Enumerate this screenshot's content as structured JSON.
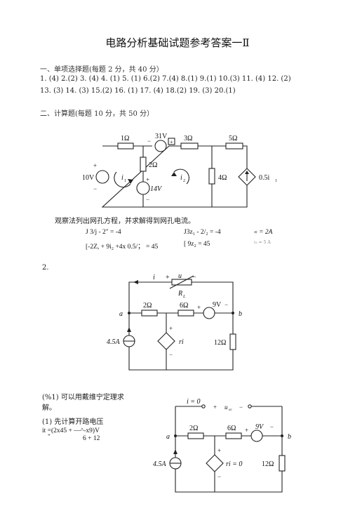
{
  "title": "电路分析基础试题参考答案一Ⅱ",
  "section1": {
    "heading": "一、单项选择题(每题 2 分，共 40 分）",
    "line1": "1. (4) 2.(2) 3. (4) 4. (1) 5. (1) 6.(2) 7.(4) 8.(1) 9.(1) 10.(3) 11. (4) 12. (2)",
    "line2": "13. (3) 14. (3) 15.(2) 16. (1) 17. (4) 18.(2) 19. (3) 20.(1)"
  },
  "section2": {
    "heading": "二、计算题(每题 10 分，共 50 分）"
  },
  "circuit1": {
    "r1": "1Ω",
    "vs1": "31V",
    "r2": "3Ω",
    "r3": "5Ω",
    "r4": "2Ω",
    "r5": "4Ω",
    "src_left": "10V",
    "src_mid": "14V",
    "dep": "0.5i",
    "dep_sub": "1",
    "mesh1": "i",
    "mesh1_sub": "1",
    "mesh2": "i",
    "mesh2_sub": "2",
    "plus": "+",
    "minus": "−"
  },
  "p1": {
    "intro": "观察法列出网孔方程，并求解得到网孔电流。",
    "eq1": "J 3/j - 2\" = -4",
    "eq2": "J3z₁ - 2/₂ = -4",
    "eq3": "[-2Z, + 9i₂ +4x 0.5/；  = 45",
    "eq4": "[ 9z₂ = 45",
    "result": "« = 2A",
    "result_note": "ι₂ = 5 A"
  },
  "q2": {
    "label": "2."
  },
  "circuit2": {
    "i": "i",
    "u": "u",
    "rl": "R",
    "rl_sub": "L",
    "a": "a",
    "b": "b",
    "r2": "2Ω",
    "r6": "6Ω",
    "v9": "9V",
    "src": "4.5A",
    "ri": "ri",
    "r12": "12Ω",
    "plus": "+",
    "minus": "−"
  },
  "p2": {
    "text1": "(%1)    可以用戴维宁定理求",
    "text2": "解。",
    "step": "(1)  先计算开路电压",
    "formula": "it =(2x45 + —^-x9)V",
    "formula_tick": "\"",
    "formula_den": "6 + 12"
  },
  "circuit3": {
    "i0": "i = 0",
    "uoc": "u",
    "uoc_sub": "oc",
    "a": "a",
    "b": "b",
    "r2": "2Ω",
    "r6": "6Ω",
    "v9": "9V",
    "src": "4.5A",
    "ri0": "ri = 0",
    "r12": "12Ω",
    "plus": "+",
    "minus": "−"
  }
}
